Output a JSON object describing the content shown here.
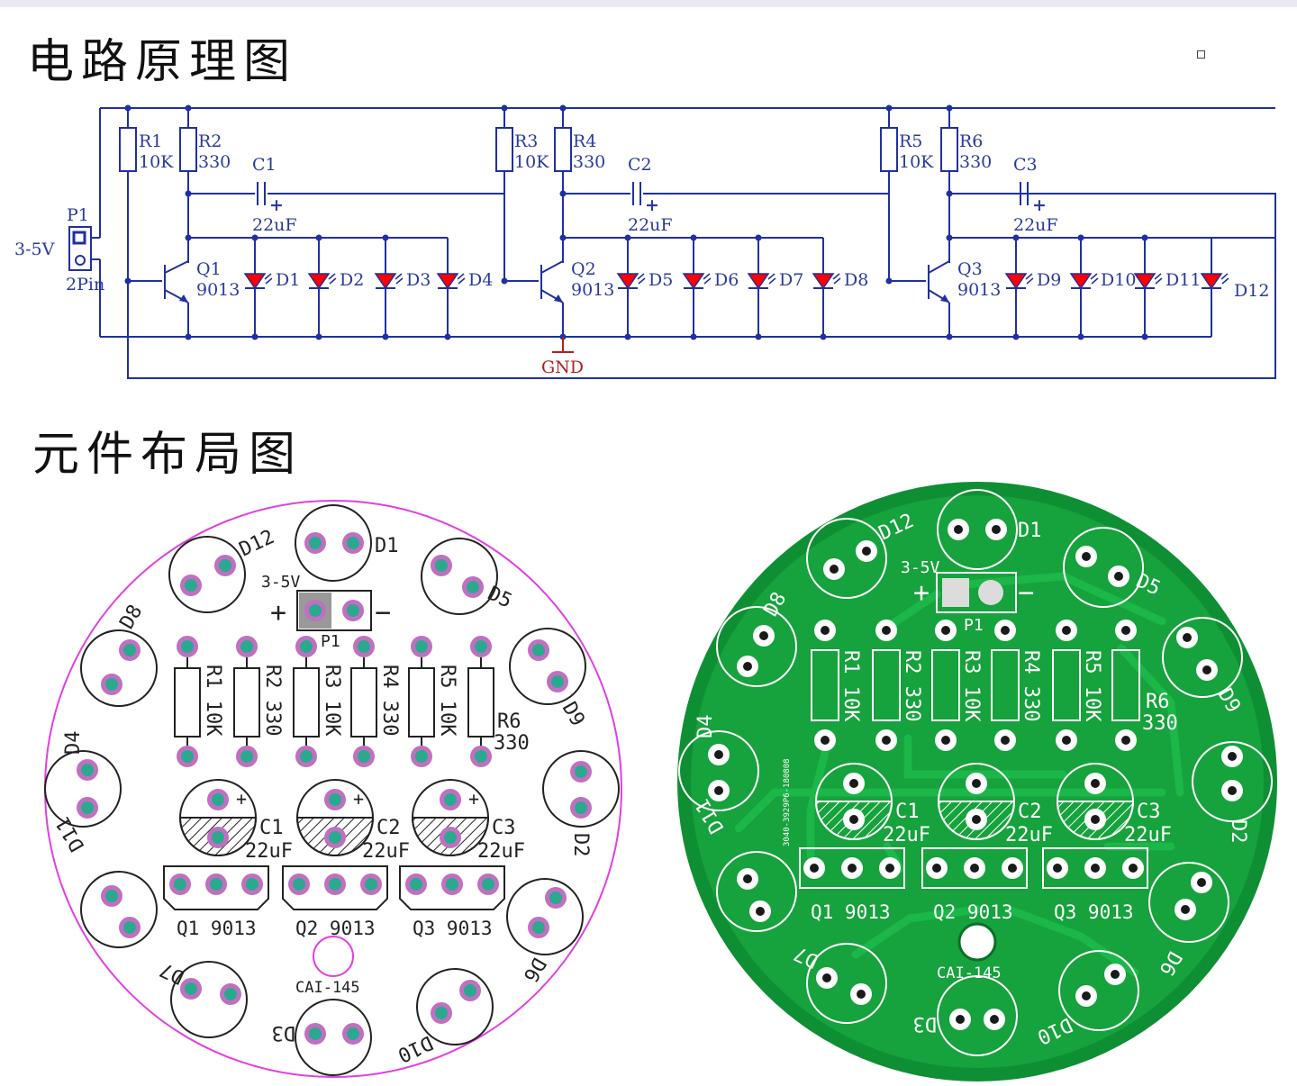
{
  "titles": {
    "schematic": "电路原理图",
    "layout": "元件布局图"
  },
  "colors": {
    "wire": "#2030a0",
    "led": "#ff0000",
    "gnd": "#b02020",
    "pcb_green": "#139f3a",
    "silk_outline": "#e040e0",
    "pad": "#2aa98e"
  },
  "connector": {
    "ref": "P1",
    "voltage": "3-5V",
    "footprint": "2Pin"
  },
  "resistors": [
    {
      "ref": "R1",
      "value": "10K"
    },
    {
      "ref": "R2",
      "value": "330"
    },
    {
      "ref": "R3",
      "value": "10K"
    },
    {
      "ref": "R4",
      "value": "330"
    },
    {
      "ref": "R5",
      "value": "10K"
    },
    {
      "ref": "R6",
      "value": "330"
    }
  ],
  "capacitors": [
    {
      "ref": "C1",
      "value": "22uF"
    },
    {
      "ref": "C2",
      "value": "22uF"
    },
    {
      "ref": "C3",
      "value": "22uF"
    }
  ],
  "transistors": [
    {
      "ref": "Q1",
      "value": "9013"
    },
    {
      "ref": "Q2",
      "value": "9013"
    },
    {
      "ref": "Q3",
      "value": "9013"
    }
  ],
  "leds": [
    "D1",
    "D2",
    "D3",
    "D4",
    "D5",
    "D6",
    "D7",
    "D8",
    "D9",
    "D10",
    "D11",
    "D12"
  ],
  "gnd": "GND",
  "board": {
    "name": "CAI-145",
    "plus": "+",
    "minus": "−",
    "trans_labels": [
      "Q1 9013",
      "Q2 9013",
      "Q3 9013"
    ],
    "pcb_code": "3040-3929P6-180808"
  }
}
